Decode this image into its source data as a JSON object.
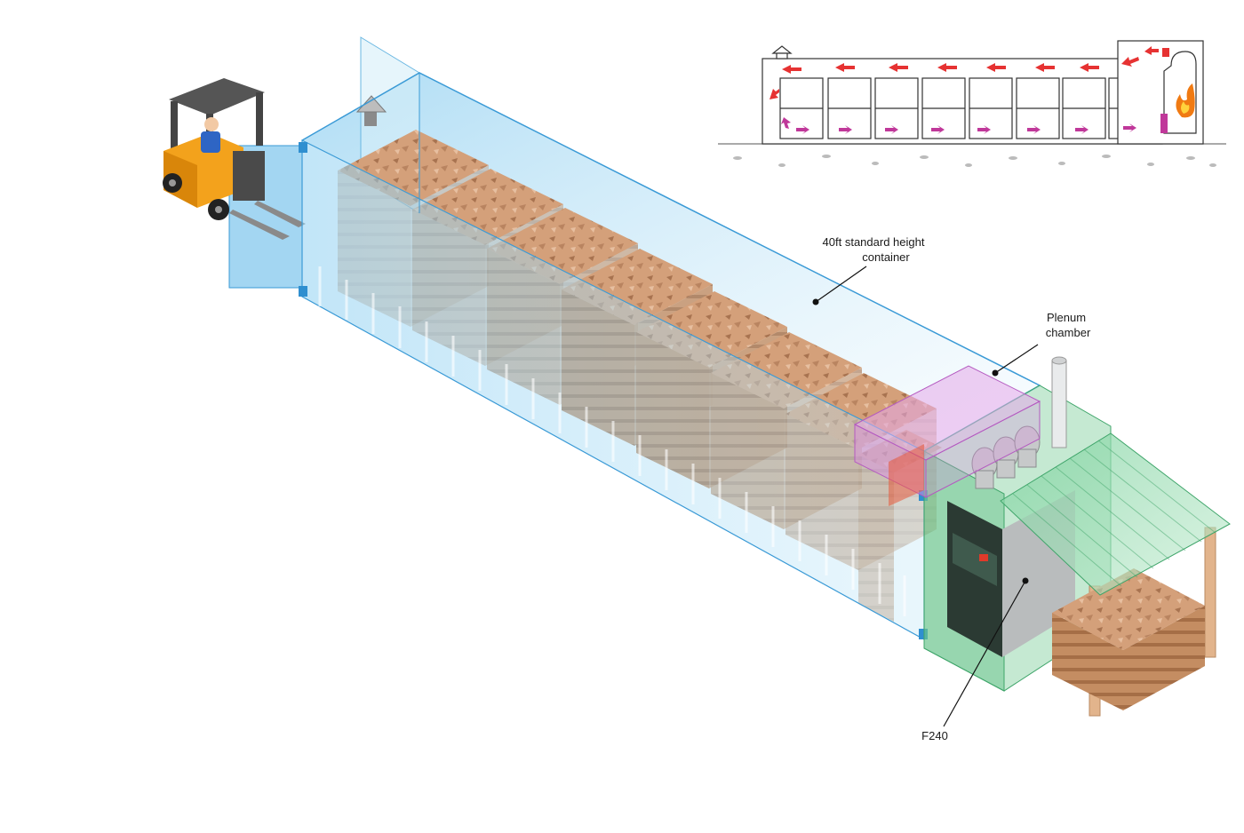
{
  "labels": {
    "container_line1": "40ft standard height",
    "container_line2": "container",
    "plenum_line1": "Plenum",
    "plenum_line2": "chamber",
    "dryer_model": "F240"
  },
  "crates_in_container": 8,
  "colors": {
    "container_blue": "#5fb6e6",
    "plenum_pink": "#d98fe0",
    "shed_green": "#7fcf9c",
    "wood_crate": "#c9946a",
    "forklift_yellow": "#f3a21c",
    "airflow_red": "#e63232",
    "airflow_purple": "#c0389a",
    "flame_orange": "#f07a12"
  },
  "icons": [
    "forklift-icon",
    "chimney-cap-icon",
    "flame-icon",
    "airflow-arrow-icon"
  ]
}
